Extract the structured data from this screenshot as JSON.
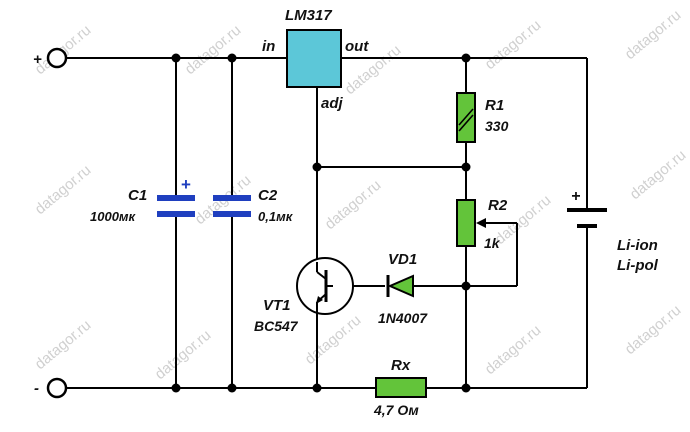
{
  "watermark": "datagor.ru",
  "colors": {
    "component_fill": "#63c43a",
    "capacitor_fill": "#1f3fbf",
    "regulator_fill": "#5cc7d8",
    "watermark": "#d0d0d0"
  },
  "terminals": {
    "plus": "+",
    "minus": "-"
  },
  "regulator": {
    "name": "LM317",
    "pin_in": "in",
    "pin_out": "out",
    "pin_adj": "adj"
  },
  "capacitors": {
    "c1": {
      "name": "C1",
      "value": "1000мк",
      "polarity": "+"
    },
    "c2": {
      "name": "C2",
      "value": "0,1мк"
    }
  },
  "resistors": {
    "r1": {
      "name": "R1",
      "value": "330"
    },
    "r2": {
      "name": "R2",
      "value": "1k"
    },
    "rx": {
      "name": "Rx",
      "value": "4,7 Ом"
    }
  },
  "transistor": {
    "name": "VT1",
    "part": "BC547"
  },
  "diode": {
    "name": "VD1",
    "part": "1N4007"
  },
  "battery": {
    "polarity": "+",
    "line1": "Li-ion",
    "line2": "Li-pol"
  }
}
